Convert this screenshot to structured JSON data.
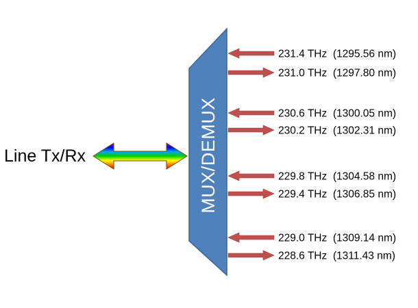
{
  "line_label": "Line Tx/Rx",
  "mux_label": "MUX/DEMUX",
  "colors": {
    "mux_fill": "#4f81bd",
    "mux_stroke": "#3a6596",
    "arrow_fill": "#c0504d",
    "arrow_stroke": "#a23d3a",
    "bidir_gradient": [
      "#8000c0",
      "#0000ff",
      "#00a0ff",
      "#00d000",
      "#ffff00",
      "#ff8000",
      "#ff0000"
    ]
  },
  "channels": [
    {
      "label": "231.4 THz  (1295.56 nm)",
      "direction": "in"
    },
    {
      "label": "231.0 THz  (1297.80 nm)",
      "direction": "out"
    },
    {
      "label": "230.6 THz  (1300.05 nm)",
      "direction": "in"
    },
    {
      "label": "230.2 THz  (1302.31 nm)",
      "direction": "out"
    },
    {
      "label": "229.8 THz  (1304.58 nm)",
      "direction": "in"
    },
    {
      "label": "229.4 THz  (1306.85 nm)",
      "direction": "out"
    },
    {
      "label": "229.0 THz  (1309.14 nm)",
      "direction": "in"
    },
    {
      "label": "228.6 THz  (1311.43 nm)",
      "direction": "out"
    }
  ]
}
